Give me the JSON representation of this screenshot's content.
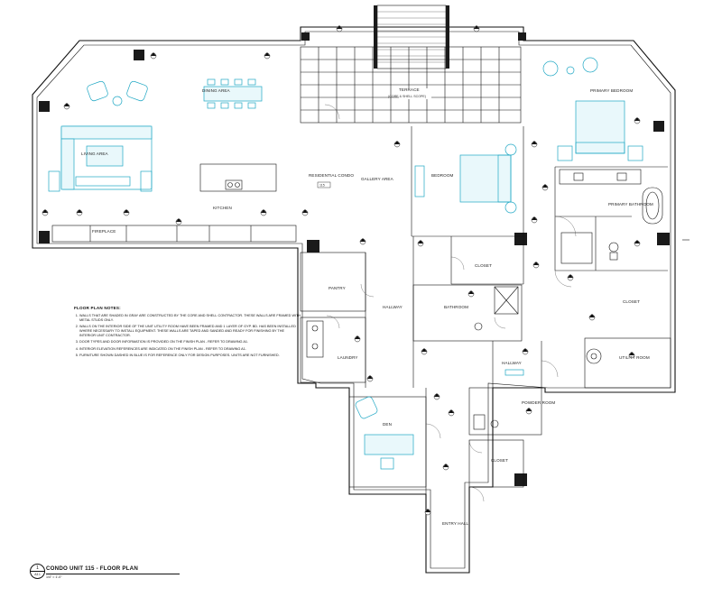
{
  "drawing": {
    "title": "CONDO UNIT 115 - FLOOR PLAN",
    "scale": "1/4\" = 1'-0\"",
    "sheet_number": "1",
    "sheet_ref": "A3.1",
    "accent_color": "#1ea7c4",
    "wall_color": "#111111"
  },
  "rooms": {
    "living": "LIVING AREA",
    "dining": "DINING AREA",
    "kitchen": "KITCHEN",
    "fireplace": "FIREPLACE",
    "terrace": "TERRACE",
    "terrace_note": "(CORE & SHELL SCOPE)",
    "residential": "RESIDENTIAL CONDO",
    "unit_number": "115",
    "gallery": "GALLERY AREA",
    "bedroom": "BEDROOM",
    "primary_bedroom": "PRIMARY BEDROOM",
    "primary_bathroom": "PRIMARY BATHROOM",
    "closet_main": "CLOSET",
    "closet_bed": "CLOSET",
    "closet_entry": "CLOSET",
    "pantry": "PANTRY",
    "laundry": "LAUNDRY",
    "hallway_left": "HALLWAY",
    "hallway_right": "HALLWAY",
    "bathroom": "BATHROOM",
    "utility": "UTILITY ROOM",
    "powder": "POWDER ROOM",
    "den": "DEN",
    "entry": "ENTRY HALL"
  },
  "notes": {
    "title": "FLOOR PLAN NOTES:",
    "items": [
      "WALLS THAT ARE SHADED IN GRAY ARE CONSTRUCTED BY THE CORE AND SHELL CONTRACTOR. THESE WALLS ARE FRAMED WITH METAL STUDS ONLY.",
      "WALLS ON THE INTERIOR SIDE OF THE UNIT UTILITY ROOM HAVE BEEN FRAMED AND 1 LAYER OF GYP. BD. HAS BEEN INSTALLED WHERE NECESSARY TO INSTALL EQUIPMENT. THESE WALLS ARE TAPED AND SANDED AND READY FOR FINISHING BY THE INTERIOR UNIT CONTRACTOR.",
      "DOOR TYPES AND DOOR INFORMATION IS PROVIDED ON THE FINISH PLAN - REFER TO DRAWING A1.",
      "INTERIOR ELEVATION REFERENCES ARE INDICATED ON THE FINISH PLAN - REFER TO DRAWING A1.",
      "FURNITURE SHOWN DASHED IN BLUE IS FOR REFERENCE ONLY FOR DESIGN PURPOSES. UNITS ARE NOT FURNISHED."
    ]
  }
}
